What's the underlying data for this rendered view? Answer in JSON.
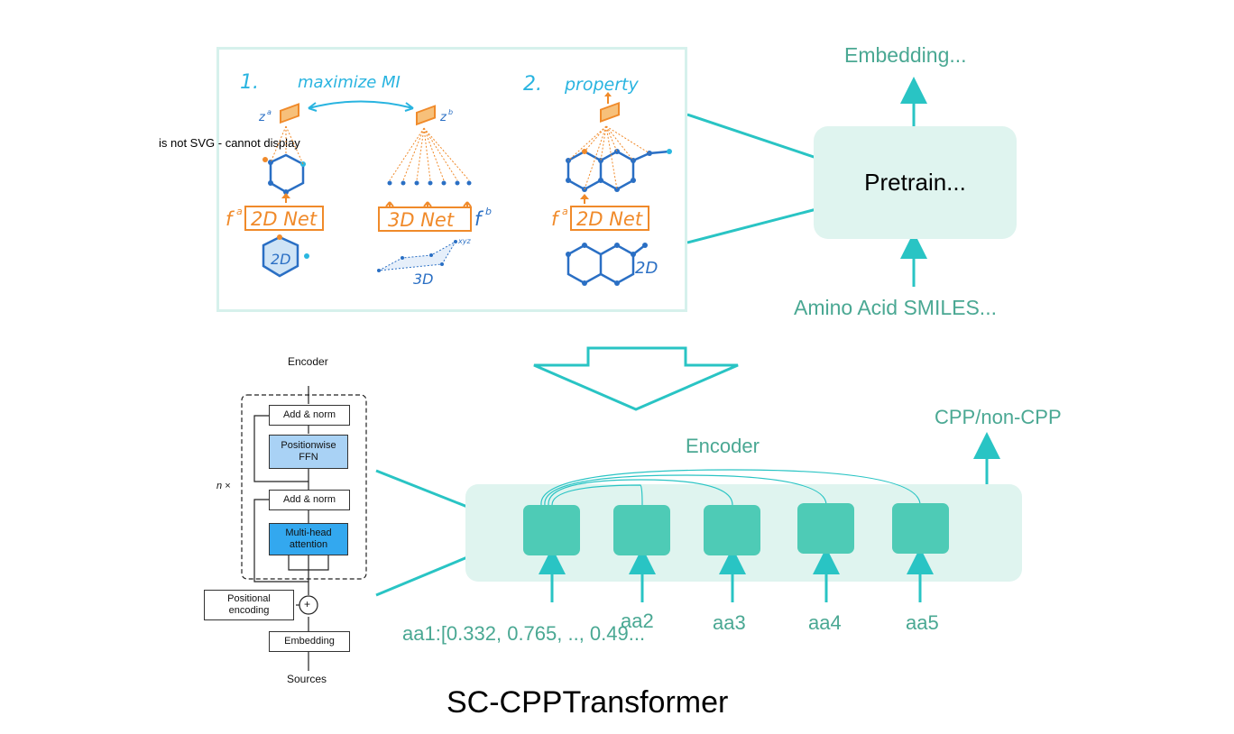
{
  "pretrain": {
    "image_error": "is not SVG - cannot display",
    "step1": "1.",
    "step1_text": "maximize MI",
    "step2": "2.",
    "step2_text": "property",
    "net_2d": "2D Net",
    "net_3d": "3D Net",
    "fa": "f",
    "fa_sup": "a",
    "fb_sup": "b",
    "za": "z",
    "za_sup": "a",
    "zb": "z",
    "zb_sup": "b",
    "mol_2d": "2D",
    "mol_3d": "3D",
    "xyz": "xyz",
    "box_label": "Pretrain...",
    "output_label": "Embedding...",
    "input_label": "Amino Acid SMILES..."
  },
  "transformer": {
    "encoder_top": "Encoder",
    "add_norm_top": "Add & norm",
    "ffn": "Positionwise FFN",
    "add_norm_bottom": "Add & norm",
    "attention": "Multi-head attention",
    "n_times": "n ×",
    "positional": "Positional encoding",
    "plus": "+",
    "embedding": "Embedding",
    "sources": "Sources"
  },
  "encoder": {
    "title": "Encoder",
    "output": "CPP/non-CPP",
    "tokens": [
      "aa1:[0.332, 0.765, .., 0.49...",
      "aa2",
      "aa3",
      "aa4",
      "aa5"
    ]
  },
  "caption": "SC-CPPTransformer",
  "colors": {
    "teal_line": "#29c4c4",
    "teal_text": "#4aa893",
    "pale_box": "#dff4ef",
    "token": "#4ecbb6",
    "orange": "#f08a2a",
    "blue_sketch": "#2a6fc4",
    "cyan_sketch": "#2ab7e0"
  }
}
